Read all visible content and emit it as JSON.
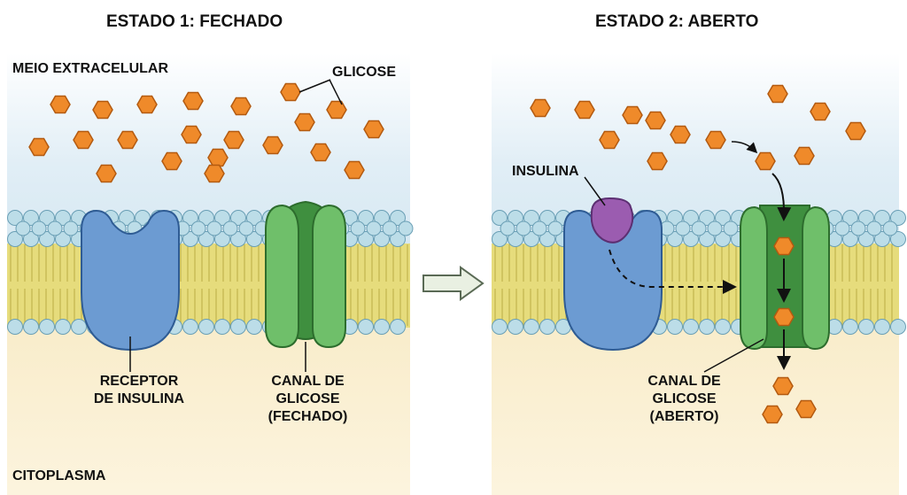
{
  "panels": {
    "closed": {
      "title": "ESTADO 1: FECHADO",
      "receptor_label": [
        "RECEPTOR",
        "DE INSULINA"
      ],
      "channel_label": [
        "CANAL DE",
        "GLICOSE",
        "(FECHADO)"
      ]
    },
    "open": {
      "title": "ESTADO 2: ABERTO",
      "insulin_label": "INSULINA",
      "channel_label": [
        "CANAL DE",
        "GLICOSE",
        "(ABERTO)"
      ]
    }
  },
  "regions": {
    "extracellular": "MEIO EXTRACELULAR",
    "cytoplasm": "CITOPLASMA"
  },
  "molecules": {
    "glucose_label": "GLICOSE"
  },
  "colors": {
    "extracellular_bg": "#e1eef6",
    "cytoplasm_bg": "#fbf0d2",
    "phospholipid_head": "#bcdde8",
    "lipid_tail": "#e6dc7c",
    "receptor": "#6c9bd2",
    "channel": "#6fbf6a",
    "channel_dark": "#3f8f3f",
    "insulin": "#9b5cb0",
    "glucose": "#ef8a2a"
  },
  "icons": {
    "transition_arrow": "right-arrow-icon"
  }
}
